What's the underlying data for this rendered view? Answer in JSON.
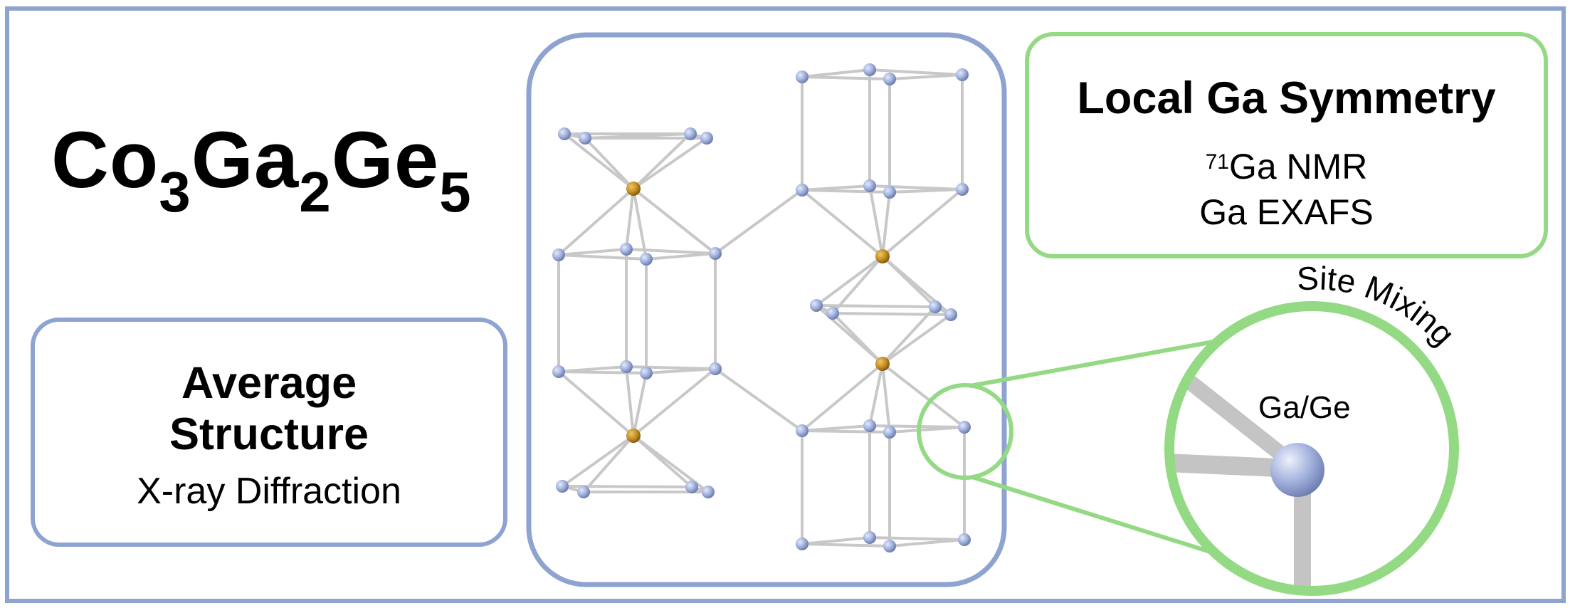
{
  "formula": {
    "part1": "Co",
    "sub1": "3",
    "part2": "Ga",
    "sub2": "2",
    "part3": "Ge",
    "sub3": "5"
  },
  "average_box": {
    "line1": "Average",
    "line2": "Structure",
    "line3": "X-ray Diffraction"
  },
  "local_box": {
    "title": "Local Ga Symmetry",
    "nmr_sup": "71",
    "nmr_text": "Ga NMR",
    "exafs": "Ga EXAFS"
  },
  "zoom": {
    "atom_label": "Ga/Ge",
    "arc_label": "Site Mixing"
  },
  "colors": {
    "frame": "#8fa3d1",
    "local": "#94d983",
    "ge_atom": "#9fb0dc",
    "co_atom": "#c08a1e",
    "bond": "#c8c8c8"
  },
  "icons": [
    "crystal-structure",
    "zoom-callout"
  ]
}
